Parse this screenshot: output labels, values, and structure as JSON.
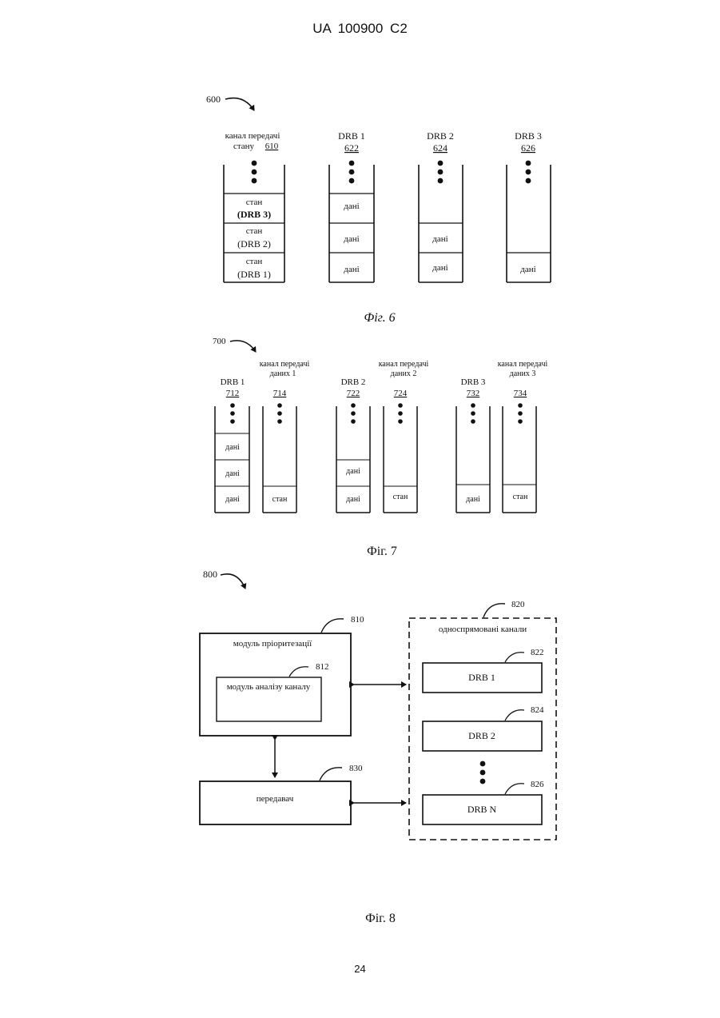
{
  "header": {
    "text": "UA   100900   C2"
  },
  "page_number": "24",
  "fig6": {
    "ref": "600",
    "caption": "Фіг. 6",
    "state_channel": {
      "label_line1": "канал передачі",
      "label_line2": "стану",
      "id": "610"
    },
    "state_cells": [
      {
        "line1": "стан",
        "line2": "(DRB 3)"
      },
      {
        "line1": "стан",
        "line2": "(DRB 2)"
      },
      {
        "line1": "стан",
        "line2": "(DRB 1)"
      }
    ],
    "drbs": [
      {
        "label": "DRB 1",
        "id": "622",
        "cells": [
          "дані",
          "дані",
          "дані"
        ]
      },
      {
        "label": "DRB 2",
        "id": "624",
        "cells": [
          "дані",
          "дані"
        ]
      },
      {
        "label": "DRB 3",
        "id": "626",
        "cells": [
          "дані"
        ]
      }
    ]
  },
  "fig7": {
    "ref": "700",
    "caption": "Фіг. 7",
    "groups": [
      {
        "drb_label": "DRB 1",
        "drb_id": "712",
        "chan_line1": "канал передачі",
        "chan_line2": "даних 1",
        "chan_id": "714",
        "drb_cells": [
          "дані",
          "дані",
          "дані"
        ],
        "chan_cells": [
          "стан"
        ]
      },
      {
        "drb_label": "DRB 2",
        "drb_id": "722",
        "chan_line1": "канал передачі",
        "chan_line2": "даних 2",
        "chan_id": "724",
        "drb_cells": [
          "дані",
          "дані"
        ],
        "chan_cells": [
          "стан"
        ]
      },
      {
        "drb_label": "DRB 3",
        "drb_id": "732",
        "chan_line1": "канал передачі",
        "chan_line2": "даних 3",
        "chan_id": "734",
        "drb_cells": [
          "дані"
        ],
        "chan_cells": [
          "стан"
        ]
      }
    ]
  },
  "fig8": {
    "ref": "800",
    "caption": "Фіг. 8",
    "prioritization": {
      "label": "модуль пріоритезації",
      "id": "810"
    },
    "analysis": {
      "label": "модуль аналізу каналу",
      "id": "812"
    },
    "transmitter": {
      "label": "передавач",
      "id": "830"
    },
    "channels": {
      "label": "односпрямовані канали",
      "id": "820"
    },
    "drbs": [
      {
        "label": "DRB 1",
        "id": "822"
      },
      {
        "label": "DRB 2",
        "id": "824"
      },
      {
        "label": "DRB N",
        "id": "826"
      }
    ]
  }
}
